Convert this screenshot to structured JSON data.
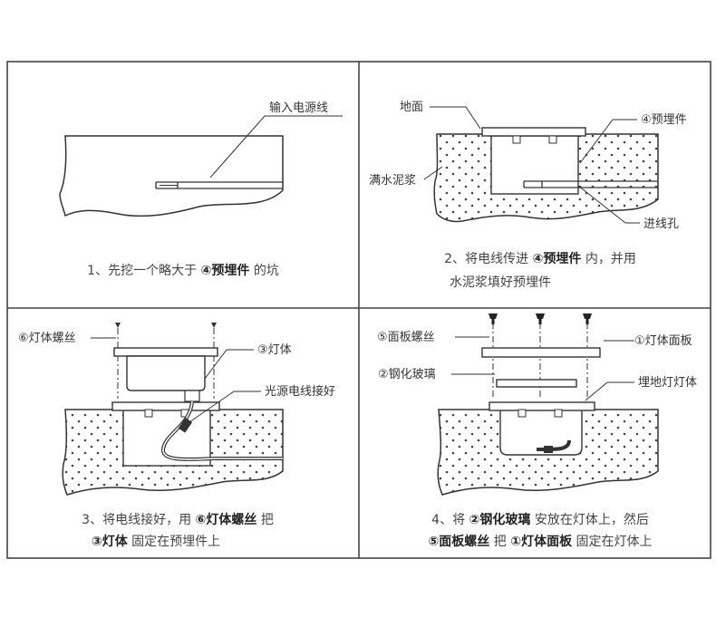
{
  "panel1": {
    "label_wire": "输入电源线",
    "caption": {
      "p1": "1、先挖一个略大于 ",
      "b1": "④预埋件",
      "p2": " 的坑"
    }
  },
  "panel2": {
    "label_ground": "地面",
    "label_part4": "④预埋件",
    "label_cement": "满水泥浆",
    "label_hole": "进线孔",
    "caption1": {
      "p1": "2、将电线传进 ",
      "b1": "④预埋件",
      "p2": " 内，并用"
    },
    "caption2": "水泥浆填好预埋件"
  },
  "panel3": {
    "label_screws": "⑥灯体螺丝",
    "label_lamp": "③灯体",
    "label_wire": "光源电线接好",
    "caption1": {
      "p1": "3、将电线接好，用 ",
      "b1": "⑥灯体螺丝",
      "p2": " 把"
    },
    "caption2": {
      "b1": "③灯体",
      "p2": " 固定在预埋件上"
    }
  },
  "panel4": {
    "label_screws": "⑤面板螺丝",
    "label_panel": "①灯体面板",
    "label_glass": "②钢化玻璃",
    "label_body": "埋地灯灯体",
    "caption1": {
      "p1": "4、将 ",
      "b1": "②钢化玻璃",
      "p2": " 安放在灯体上，然后"
    },
    "caption2": {
      "b1": "⑤面板螺丝",
      "p1": " 把 ",
      "b2": "①灯体面板",
      "p2": " 固定在灯体上"
    }
  }
}
